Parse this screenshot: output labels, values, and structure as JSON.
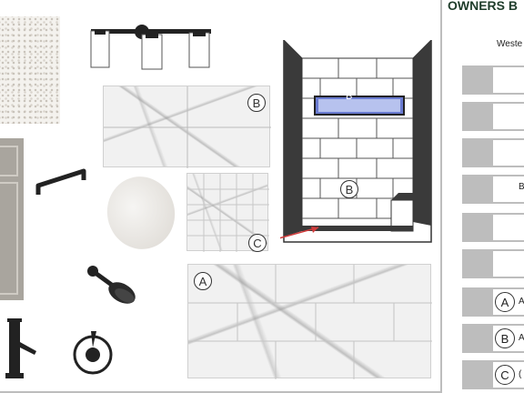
{
  "panel": {
    "title": "OWNERS B",
    "subtitle": "Weste",
    "rows": [
      {
        "label": "",
        "text": ""
      },
      {
        "label": "",
        "text": ""
      },
      {
        "label": "",
        "text": ""
      },
      {
        "label": "",
        "text": "B"
      },
      {
        "label": "",
        "text": ""
      },
      {
        "label": "",
        "text": ""
      },
      {
        "label": "A",
        "text": "A"
      },
      {
        "label": "B",
        "text": "A"
      },
      {
        "label": "C",
        "text": "("
      }
    ]
  },
  "board": {
    "callouts": {
      "a": "A",
      "b_tile": "B",
      "b_shower": "B",
      "c": "C"
    },
    "niche_label": "B"
  },
  "colors": {
    "accent": "#1f3d2b",
    "row_gray": "#bdbdbd",
    "fixture_black": "#222222",
    "cabinet": "#a9a59e",
    "arrow": "#d23b3b"
  }
}
